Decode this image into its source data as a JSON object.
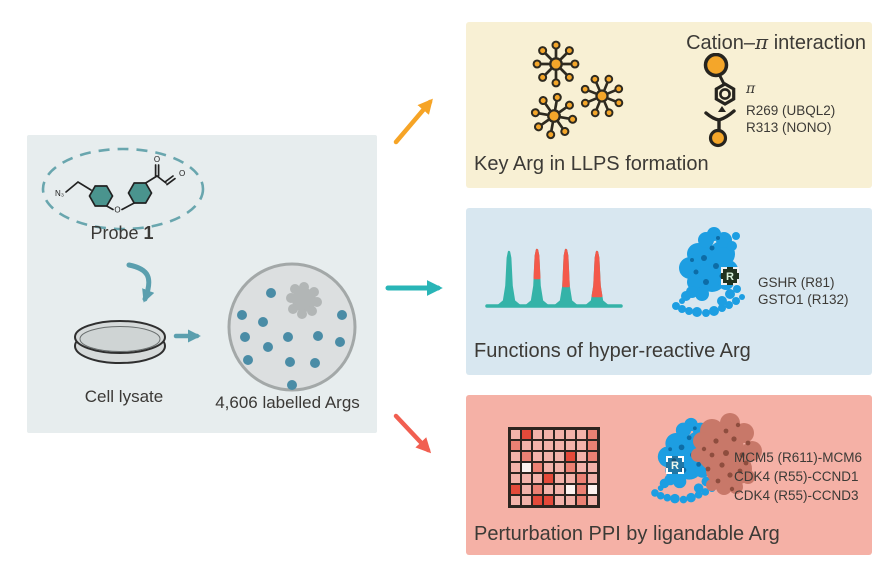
{
  "figure": {
    "type": "graphical-abstract-diagram"
  },
  "colors": {
    "left_panel_bg": "#e7edee",
    "top_panel_bg": "#f8f0d4",
    "mid_panel_bg": "#d8e7f0",
    "bot_panel_bg": "#f5b1a6",
    "orange_arrow": "#f6a426",
    "teal_arrow": "#29b5b7",
    "red_arrow": "#f15f51",
    "muted_teal": "#5b9fae",
    "condensate_orange": "#f4a62a",
    "peak_teal": "#35b3a8",
    "peak_red": "#f4594a",
    "protein_blue": "#1d9ee2",
    "protein_salmon": "#c87869",
    "dish_dot_teal": "#4a8ca6",
    "ring_teal_fill": "#4a948e"
  },
  "left_panel": {
    "structure_labels": {
      "azide": "N₃",
      "ether_o": "O",
      "keto_o1": "O",
      "keto_o2": "O"
    },
    "probe_caption_prefix": "Probe ",
    "probe_caption_number": "1",
    "cell_lysate_label": "Cell lysate",
    "labelled_args_label": "4,606 labelled Args"
  },
  "top_panel": {
    "title_prefix": "Cation–",
    "title_pi": "π",
    "title_suffix": " interaction",
    "pi_label": "π",
    "residues": [
      "R269 (UBQL2)",
      "R313 (NONO)"
    ],
    "caption": "Key Arg in LLPS formation"
  },
  "middle_panel": {
    "arg_tag": "R",
    "residues": [
      "GSHR (R81)",
      "GSTO1 (R132)"
    ],
    "caption": "Functions of hyper-reactive Arg"
  },
  "bottom_panel": {
    "arg_tag": "R",
    "residues": [
      "MCM5 (R611)-MCM6",
      "CDK4 (R55)-CCND1",
      "CDK4 (R55)-CCND3"
    ],
    "caption": "Perturbation PPI by ligandable Arg",
    "heatmap": {
      "palette": [
        "#f3b3aa",
        "#eb8173",
        "#e44a3a",
        "#fdf3f0"
      ],
      "cells": [
        [
          0,
          2,
          0,
          0,
          0,
          0,
          0,
          1
        ],
        [
          1,
          0,
          0,
          0,
          0,
          0,
          0,
          1
        ],
        [
          0,
          1,
          0,
          0,
          0,
          2,
          0,
          1
        ],
        [
          0,
          3,
          1,
          0,
          0,
          1,
          0,
          0
        ],
        [
          0,
          0,
          0,
          2,
          0,
          0,
          1,
          0
        ],
        [
          2,
          0,
          1,
          0,
          0,
          3,
          1,
          3
        ],
        [
          0,
          0,
          2,
          2,
          0,
          0,
          1,
          0
        ]
      ]
    }
  }
}
